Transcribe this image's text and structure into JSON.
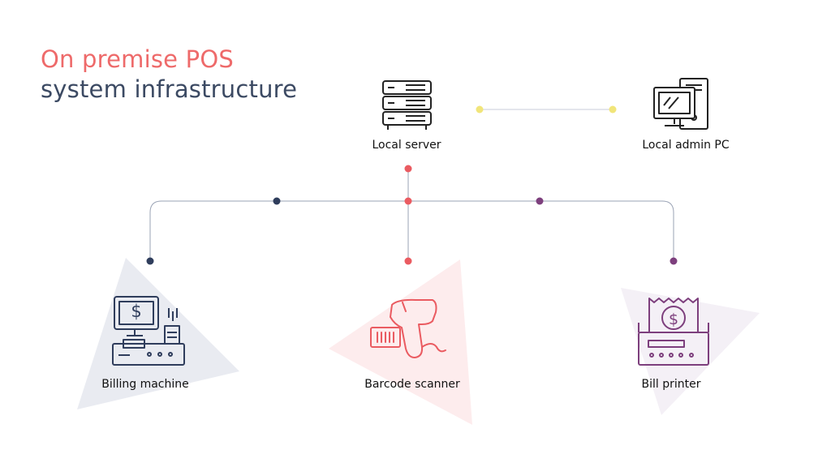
{
  "title": {
    "line1": "On premise POS",
    "line2": "system infrastructure"
  },
  "nodes": {
    "local_server": "Local server",
    "local_admin_pc": "Local admin PC",
    "billing_machine": "Billing machine",
    "barcode_scanner": "Barcode scanner",
    "bill_printer": "Bill printer"
  },
  "colors": {
    "title_accent": "#ee6a6a",
    "title_main": "#3c4a63",
    "navy": "#2f3d5c",
    "red": "#ea5b61",
    "purple": "#7d3f7d",
    "yellow": "#f1e57a",
    "line": "#9aa3b5"
  }
}
